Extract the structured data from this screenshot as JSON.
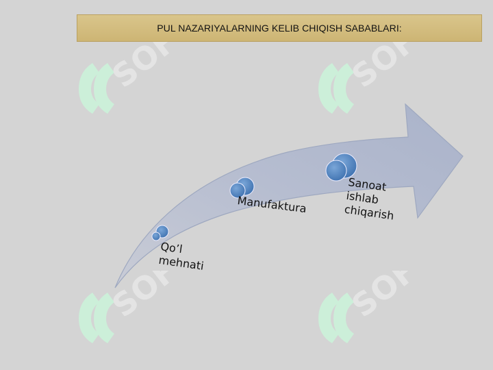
{
  "title": "PUL NAZARIYALARNING KELIB CHIQISH SABABLARI:",
  "stages": [
    {
      "label": "Qo’l\nmehnati"
    },
    {
      "label": "Manufaktura"
    },
    {
      "label": "Sanoat\nishlab\nchiqarish"
    }
  ],
  "watermark": {
    "text": "SOFT"
  },
  "colors": {
    "background": "#d4d4d4",
    "title_bar": "#d4c07e",
    "arrow": "#b8bfd0",
    "circle": "#5a8ac3",
    "watermark": "#c8ecd6"
  }
}
